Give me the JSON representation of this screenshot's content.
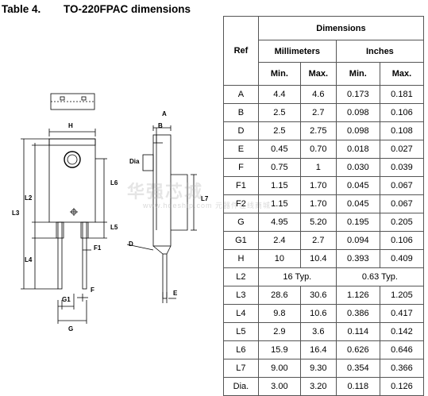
{
  "caption": {
    "number": "Table 4.",
    "title": "TO-220FPAC dimensions"
  },
  "watermark": {
    "main": "华强芯城",
    "sub": "www.hqeship.com 元器件在线商城"
  },
  "drawing_labels": {
    "H": "H",
    "L2": "L2",
    "L3": "L3",
    "L4": "L4",
    "L5": "L5",
    "L6": "L6",
    "L7": "L7",
    "F": "F",
    "F1": "F1",
    "G": "G",
    "G1": "G1",
    "A": "A",
    "B": "B",
    "D": "D",
    "E": "E",
    "Dia": "Dia"
  },
  "table": {
    "header": {
      "ref": "Ref",
      "dimensions": "Dimensions",
      "millimeters": "Millimeters",
      "inches": "Inches",
      "min_mm": "Min.",
      "max_mm": "Max.",
      "min_in": "Min.",
      "max_in": "Max."
    },
    "rows": [
      {
        "ref": "A",
        "mm_min": "4.4",
        "mm_max": "4.6",
        "in_min": "0.173",
        "in_max": "0.181"
      },
      {
        "ref": "B",
        "mm_min": "2.5",
        "mm_max": "2.7",
        "in_min": "0.098",
        "in_max": "0.106"
      },
      {
        "ref": "D",
        "mm_min": "2.5",
        "mm_max": "2.75",
        "in_min": "0.098",
        "in_max": "0.108"
      },
      {
        "ref": "E",
        "mm_min": "0.45",
        "mm_max": "0.70",
        "in_min": "0.018",
        "in_max": "0.027"
      },
      {
        "ref": "F",
        "mm_min": "0.75",
        "mm_max": "1",
        "in_min": "0.030",
        "in_max": "0.039"
      },
      {
        "ref": "F1",
        "mm_min": "1.15",
        "mm_max": "1.70",
        "in_min": "0.045",
        "in_max": "0.067"
      },
      {
        "ref": "F2",
        "mm_min": "1.15",
        "mm_max": "1.70",
        "in_min": "0.045",
        "in_max": "0.067"
      },
      {
        "ref": "G",
        "mm_min": "4.95",
        "mm_max": "5.20",
        "in_min": "0.195",
        "in_max": "0.205"
      },
      {
        "ref": "G1",
        "mm_min": "2.4",
        "mm_max": "2.7",
        "in_min": "0.094",
        "in_max": "0.106"
      },
      {
        "ref": "H",
        "mm_min": "10",
        "mm_max": "10.4",
        "in_min": "0.393",
        "in_max": "0.409"
      },
      {
        "ref": "L2",
        "mm_typ": "16 Typ.",
        "in_typ": "0.63 Typ."
      },
      {
        "ref": "L3",
        "mm_min": "28.6",
        "mm_max": "30.6",
        "in_min": "1.126",
        "in_max": "1.205"
      },
      {
        "ref": "L4",
        "mm_min": "9.8",
        "mm_max": "10.6",
        "in_min": "0.386",
        "in_max": "0.417"
      },
      {
        "ref": "L5",
        "mm_min": "2.9",
        "mm_max": "3.6",
        "in_min": "0.114",
        "in_max": "0.142"
      },
      {
        "ref": "L6",
        "mm_min": "15.9",
        "mm_max": "16.4",
        "in_min": "0.626",
        "in_max": "0.646"
      },
      {
        "ref": "L7",
        "mm_min": "9.00",
        "mm_max": "9.30",
        "in_min": "0.354",
        "in_max": "0.366"
      },
      {
        "ref": "Dia.",
        "mm_min": "3.00",
        "mm_max": "3.20",
        "in_min": "0.118",
        "in_max": "0.126"
      }
    ]
  }
}
